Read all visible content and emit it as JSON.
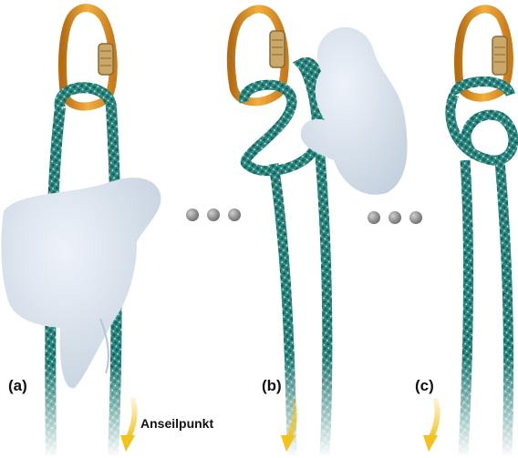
{
  "panels": [
    {
      "id": "a",
      "label": "(a)"
    },
    {
      "id": "b",
      "label": "(b)"
    },
    {
      "id": "c",
      "label": "(c)"
    }
  ],
  "annotation": {
    "text": "Anseilpunkt"
  },
  "colors": {
    "rope": "#2c8c84",
    "rope_dark": "#1d5f5a",
    "rope_fleck": "#e0e8e6",
    "carabiner": "#e2962c",
    "carabiner_dark": "#b56c12",
    "gate": "#d8d0c0",
    "lock": "#c9a86a",
    "hand": "#dde6f0",
    "hand_shade": "#c2cfdd",
    "arrow": "#f3c21b",
    "dots": "#8a8a8a"
  },
  "icons": [
    "carabiner",
    "rope",
    "hand",
    "ellipsis-dots",
    "arrow-down"
  ]
}
